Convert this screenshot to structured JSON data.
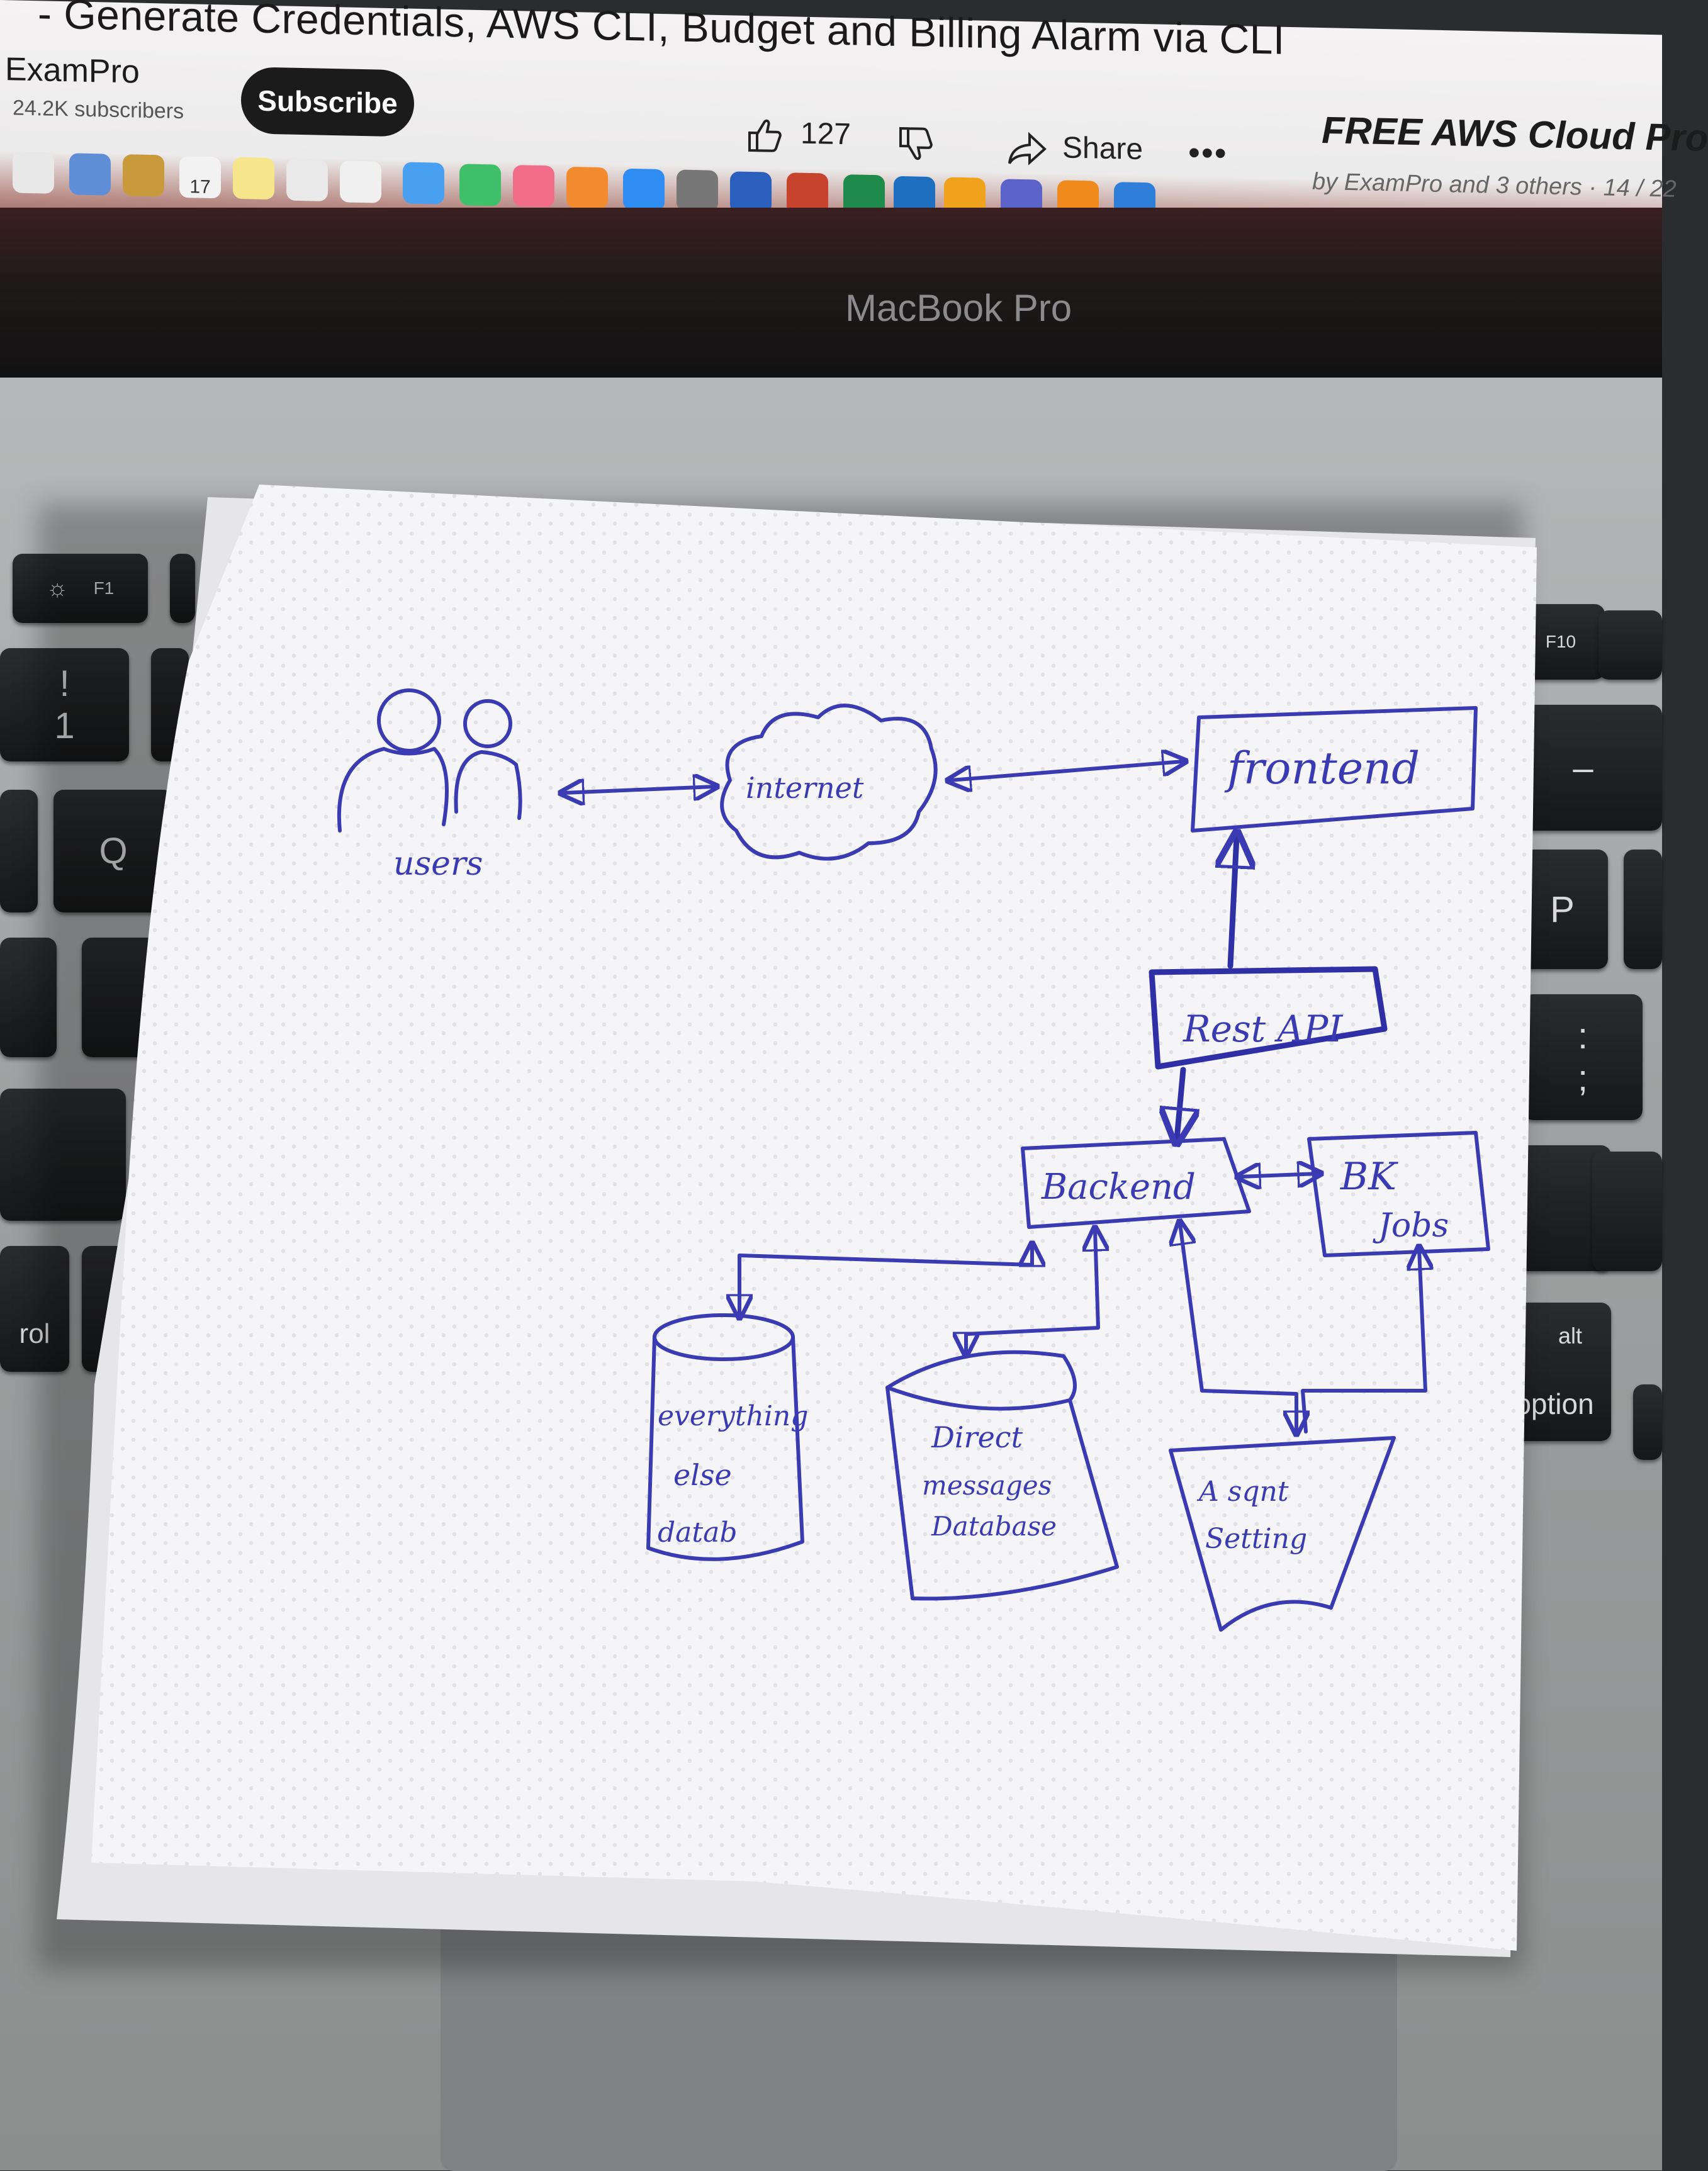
{
  "screen": {
    "video_title": "- Generate Credentials, AWS CLI, Budget and Billing Alarm via CLI",
    "channel_name": "ExamPro",
    "subscribers": "24.2K subscribers",
    "subscribe_label": "Subscribe",
    "like_count": "127",
    "share_label": "Share",
    "more_glyph": "•••",
    "playlist_title": "FREE AWS Cloud Pro",
    "playlist_meta": "by ExamPro and 3 others · 14 / 22",
    "dock_icons": [
      "chrome-icon",
      "preview-icon",
      "notes-icon",
      "calendar-icon",
      "stickies-icon",
      "photos-icon",
      "reminders-icon",
      "messages-icon",
      "facetime-icon",
      "music-icon",
      "books-icon",
      "app-store-icon",
      "system-preferences-icon",
      "word-icon",
      "powerpoint-icon",
      "excel-icon",
      "outlook-icon",
      "teams-icon",
      "vlc-icon",
      "vscode-icon",
      "terminal-icon"
    ],
    "calendar_day": "17"
  },
  "laptop": {
    "brand": "MacBook Pro",
    "keys": {
      "f1": "F1",
      "f10": "F10",
      "one_top": "!",
      "one_bottom": "1",
      "q": "Q",
      "p": "P",
      "colon": ":",
      "semicolon": ";",
      "alt": "alt",
      "option": "option",
      "control_fragment": "rol"
    }
  },
  "sketch": {
    "users": "users",
    "internet": "internet",
    "frontend": "frontend",
    "rest_api": "Rest API",
    "backend": "Backend",
    "bk_jobs_line1": "BK",
    "bk_jobs_line2": "Jobs",
    "db1_line1": "everything",
    "db1_line2": "else",
    "db1_line3": "datab",
    "db2_line1": "Direct",
    "db2_line2": "messages",
    "db2_line3": "Database",
    "queue_line1": "A sqnt",
    "queue_line2": "Setting",
    "ink_color": "#3a3bb2"
  }
}
